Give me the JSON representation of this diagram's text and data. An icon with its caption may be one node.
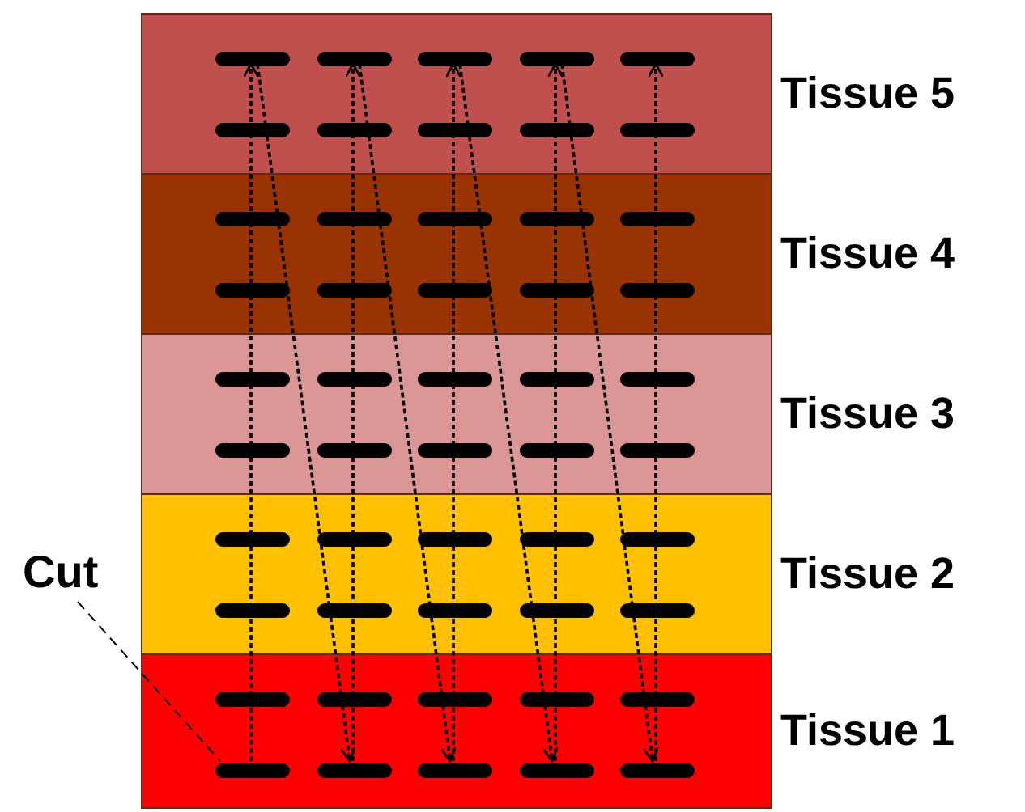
{
  "diagram": {
    "nodes": [
      {
        "text": [
          "Tissue 5"
        ]
      },
      {
        "text": [],
        "shape": "bar",
        "in": 0
      },
      {
        "text": [],
        "shape": "bar",
        "in": 0
      },
      {
        "text": [],
        "shape": "bar",
        "in": 0
      },
      {
        "text": [],
        "shape": "bar",
        "in": 0
      },
      {
        "text": [],
        "shape": "bar",
        "in": 0
      },
      {
        "text": [],
        "shape": "bar",
        "in": 0
      },
      {
        "text": [],
        "shape": "bar",
        "in": 0
      },
      {
        "text": [],
        "shape": "bar",
        "in": 0
      },
      {
        "text": [],
        "shape": "bar",
        "in": 0
      },
      {
        "text": [],
        "shape": "bar",
        "in": 0
      },
      {
        "text": [
          "Tissue 4"
        ]
      },
      {
        "text": [],
        "shape": "bar",
        "in": 11
      },
      {
        "text": [],
        "shape": "bar",
        "in": 11
      },
      {
        "text": [],
        "shape": "bar",
        "in": 11
      },
      {
        "text": [],
        "shape": "bar",
        "in": 11
      },
      {
        "text": [],
        "shape": "bar",
        "in": 11
      },
      {
        "text": [],
        "shape": "bar",
        "in": 11
      },
      {
        "text": [],
        "shape": "bar",
        "in": 11
      },
      {
        "text": [],
        "shape": "bar",
        "in": 11
      },
      {
        "text": [],
        "shape": "bar",
        "in": 11
      },
      {
        "text": [],
        "shape": "bar",
        "in": 11
      },
      {
        "text": [
          "Tissue 3"
        ]
      },
      {
        "text": [],
        "shape": "bar",
        "in": 22
      },
      {
        "text": [],
        "shape": "bar",
        "in": 22
      },
      {
        "text": [],
        "shape": "bar",
        "in": 22
      },
      {
        "text": [],
        "shape": "bar",
        "in": 22
      },
      {
        "text": [],
        "shape": "bar",
        "in": 22
      },
      {
        "text": [],
        "shape": "bar",
        "in": 22
      },
      {
        "text": [],
        "shape": "bar",
        "in": 22
      },
      {
        "text": [],
        "shape": "bar",
        "in": 22
      },
      {
        "text": [],
        "shape": "bar",
        "in": 22
      },
      {
        "text": [],
        "shape": "bar",
        "in": 22
      },
      {
        "text": [
          "Tissue 2"
        ]
      },
      {
        "text": [],
        "shape": "bar",
        "in": 33
      },
      {
        "text": [],
        "shape": "bar",
        "in": 33
      },
      {
        "text": [],
        "shape": "bar",
        "in": 33
      },
      {
        "text": [],
        "shape": "bar",
        "in": 33
      },
      {
        "text": [],
        "shape": "bar",
        "in": 33
      },
      {
        "text": [],
        "shape": "bar",
        "in": 33
      },
      {
        "text": [],
        "shape": "bar",
        "in": 33
      },
      {
        "text": [],
        "shape": "bar",
        "in": 33
      },
      {
        "text": [],
        "shape": "bar",
        "in": 33
      },
      {
        "text": [],
        "shape": "bar",
        "in": 33
      },
      {
        "text": [
          "Tissue 1"
        ]
      },
      {
        "text": [],
        "shape": "bar",
        "in": 44
      },
      {
        "text": [],
        "shape": "bar",
        "in": 44
      },
      {
        "text": [],
        "shape": "bar",
        "in": 44
      },
      {
        "text": [],
        "shape": "bar",
        "in": 44
      },
      {
        "text": [],
        "shape": "bar",
        "in": 44
      },
      {
        "text": [],
        "shape": "bar",
        "in": 44
      },
      {
        "text": [],
        "shape": "bar",
        "in": 44
      },
      {
        "text": [],
        "shape": "bar",
        "in": 44
      },
      {
        "text": [],
        "shape": "bar",
        "in": 44
      },
      {
        "text": [],
        "shape": "bar",
        "in": 44
      },
      {
        "text": [
          "Cut"
        ]
      }
    ],
    "edges": [
      {
        "from": 50,
        "to": 1,
        "arrow": "to",
        "style": "dashed"
      },
      {
        "from": 51,
        "to": 2,
        "arrow": "to",
        "style": "dashed"
      },
      {
        "from": 52,
        "to": 3,
        "arrow": "to",
        "style": "dashed"
      },
      {
        "from": 53,
        "to": 4,
        "arrow": "to",
        "style": "dashed"
      },
      {
        "from": 54,
        "to": 5,
        "arrow": "to",
        "style": "dashed"
      },
      {
        "from": 1,
        "to": 51,
        "arrow": "to",
        "style": "dashed"
      },
      {
        "from": 2,
        "to": 52,
        "arrow": "to",
        "style": "dashed"
      },
      {
        "from": 3,
        "to": 53,
        "arrow": "to",
        "style": "dashed"
      },
      {
        "from": 4,
        "to": 54,
        "arrow": "to",
        "style": "dashed"
      },
      {
        "from": 55,
        "to": 50,
        "arrow": "none",
        "style": "dashed"
      }
    ]
  }
}
